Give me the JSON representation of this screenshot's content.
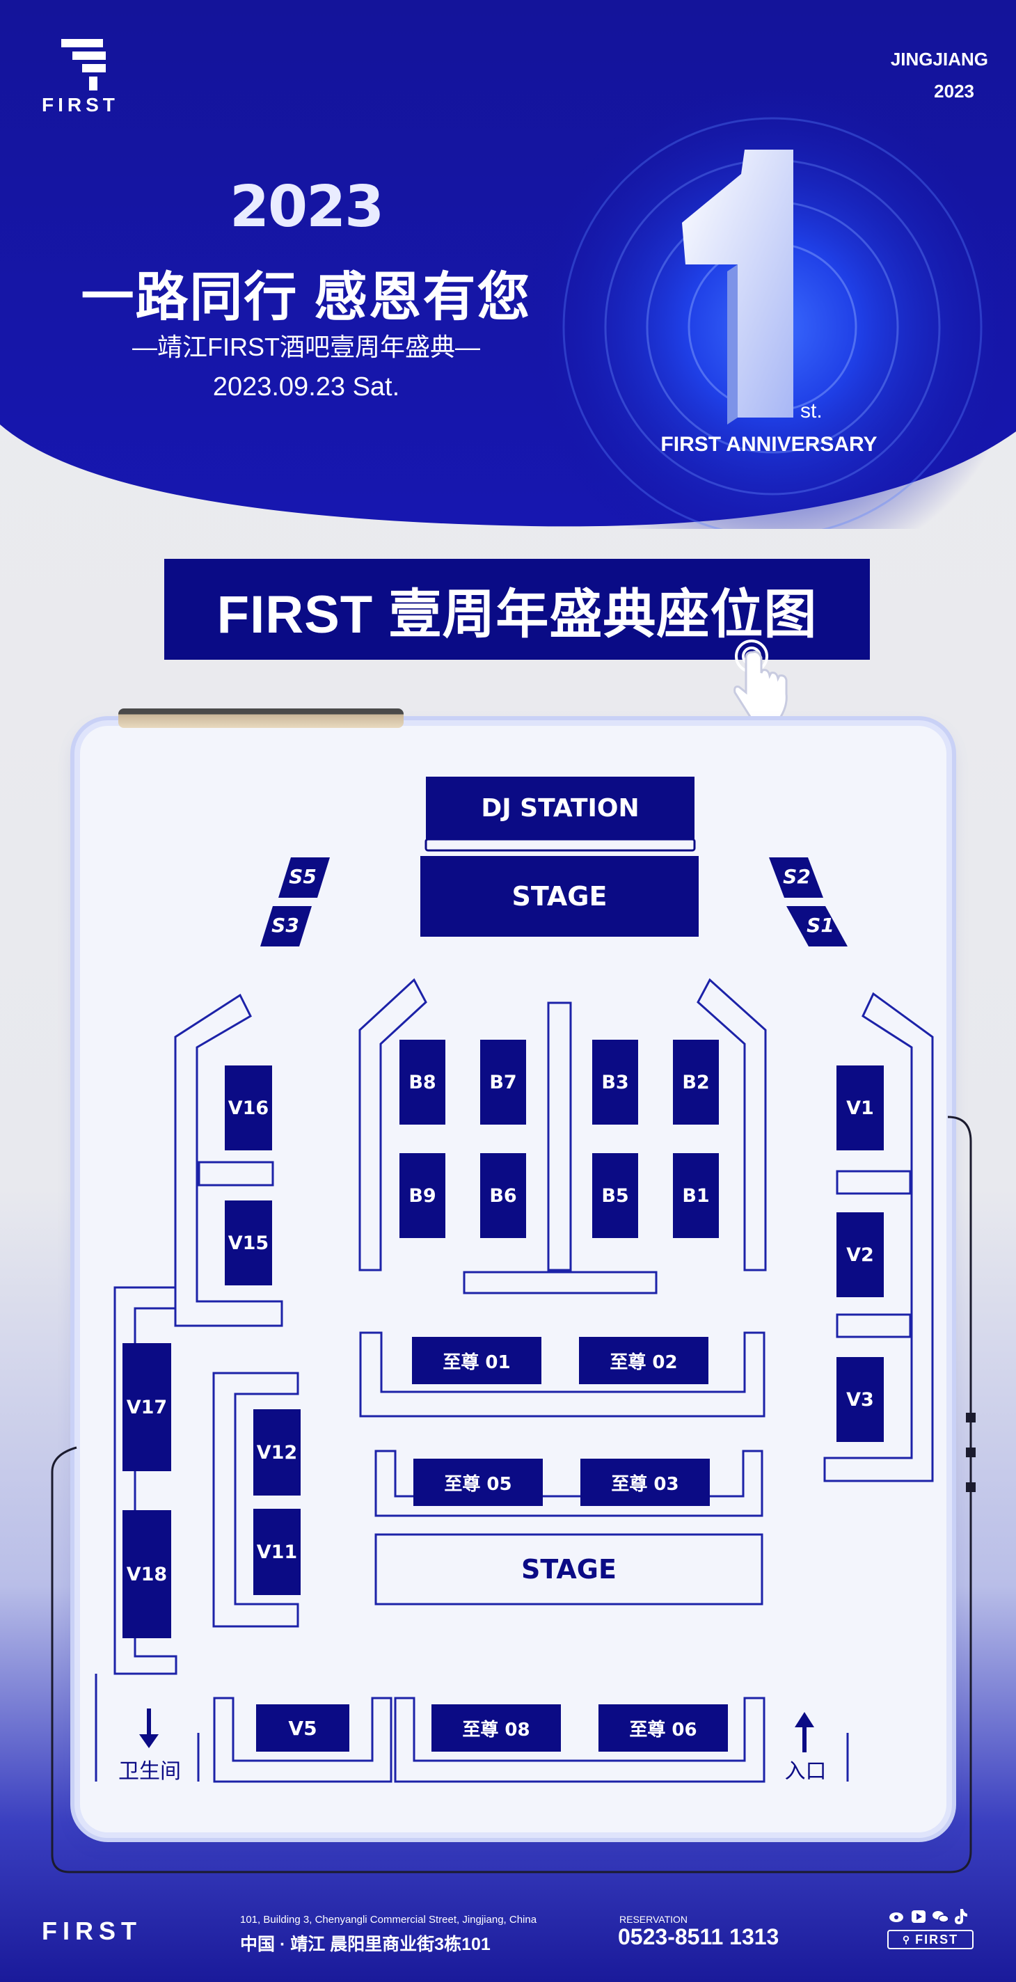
{
  "header": {
    "logo_text": "FIRST",
    "city": "JINGJIANG",
    "year_tag": "2023",
    "year_big": "2023",
    "slogan": "一路同行 感恩有您",
    "subtitle": "—靖江FIRST酒吧壹周年盛典—",
    "date": "2023.09.23  Sat.",
    "big_number": "1",
    "ordinal": "st.",
    "anniversary": "FIRST ANNIVERSARY"
  },
  "banner": {
    "title": "FIRST 壹周年盛典座位图"
  },
  "map": {
    "dj_station": "DJ STATION",
    "stage_top": "STAGE",
    "stage_bottom": "STAGE",
    "side_left": [
      "S5",
      "S3"
    ],
    "side_right": [
      "S2",
      "S1"
    ],
    "booths": [
      "B8",
      "B7",
      "B3",
      "B2",
      "B9",
      "B6",
      "B5",
      "B1"
    ],
    "vip_left": [
      "V16",
      "V15",
      "V17",
      "V18",
      "V12",
      "V11"
    ],
    "vip_right": [
      "V1",
      "V2",
      "V3"
    ],
    "supreme_row1": [
      "至尊 01",
      "至尊 02"
    ],
    "supreme_row2": [
      "至尊 05",
      "至尊 03"
    ],
    "bottom_row": [
      "V5",
      "至尊 08",
      "至尊 06"
    ],
    "restroom": "卫生间",
    "entrance": "入口"
  },
  "footer": {
    "logo_text": "FIRST",
    "address_en": "101, Building 3, Chenyangli Commercial Street, Jingjiang, China",
    "address_cn": "中国 · 靖江  晨阳里商业街3栋101",
    "reservation_label": "RESERVATION",
    "phone": "0523-8511 1313",
    "social_badge": "FIRST"
  },
  "colors": {
    "navy": "#0b0b85",
    "hero_blue": "#1616a8",
    "panel": "#f3f5fc"
  }
}
